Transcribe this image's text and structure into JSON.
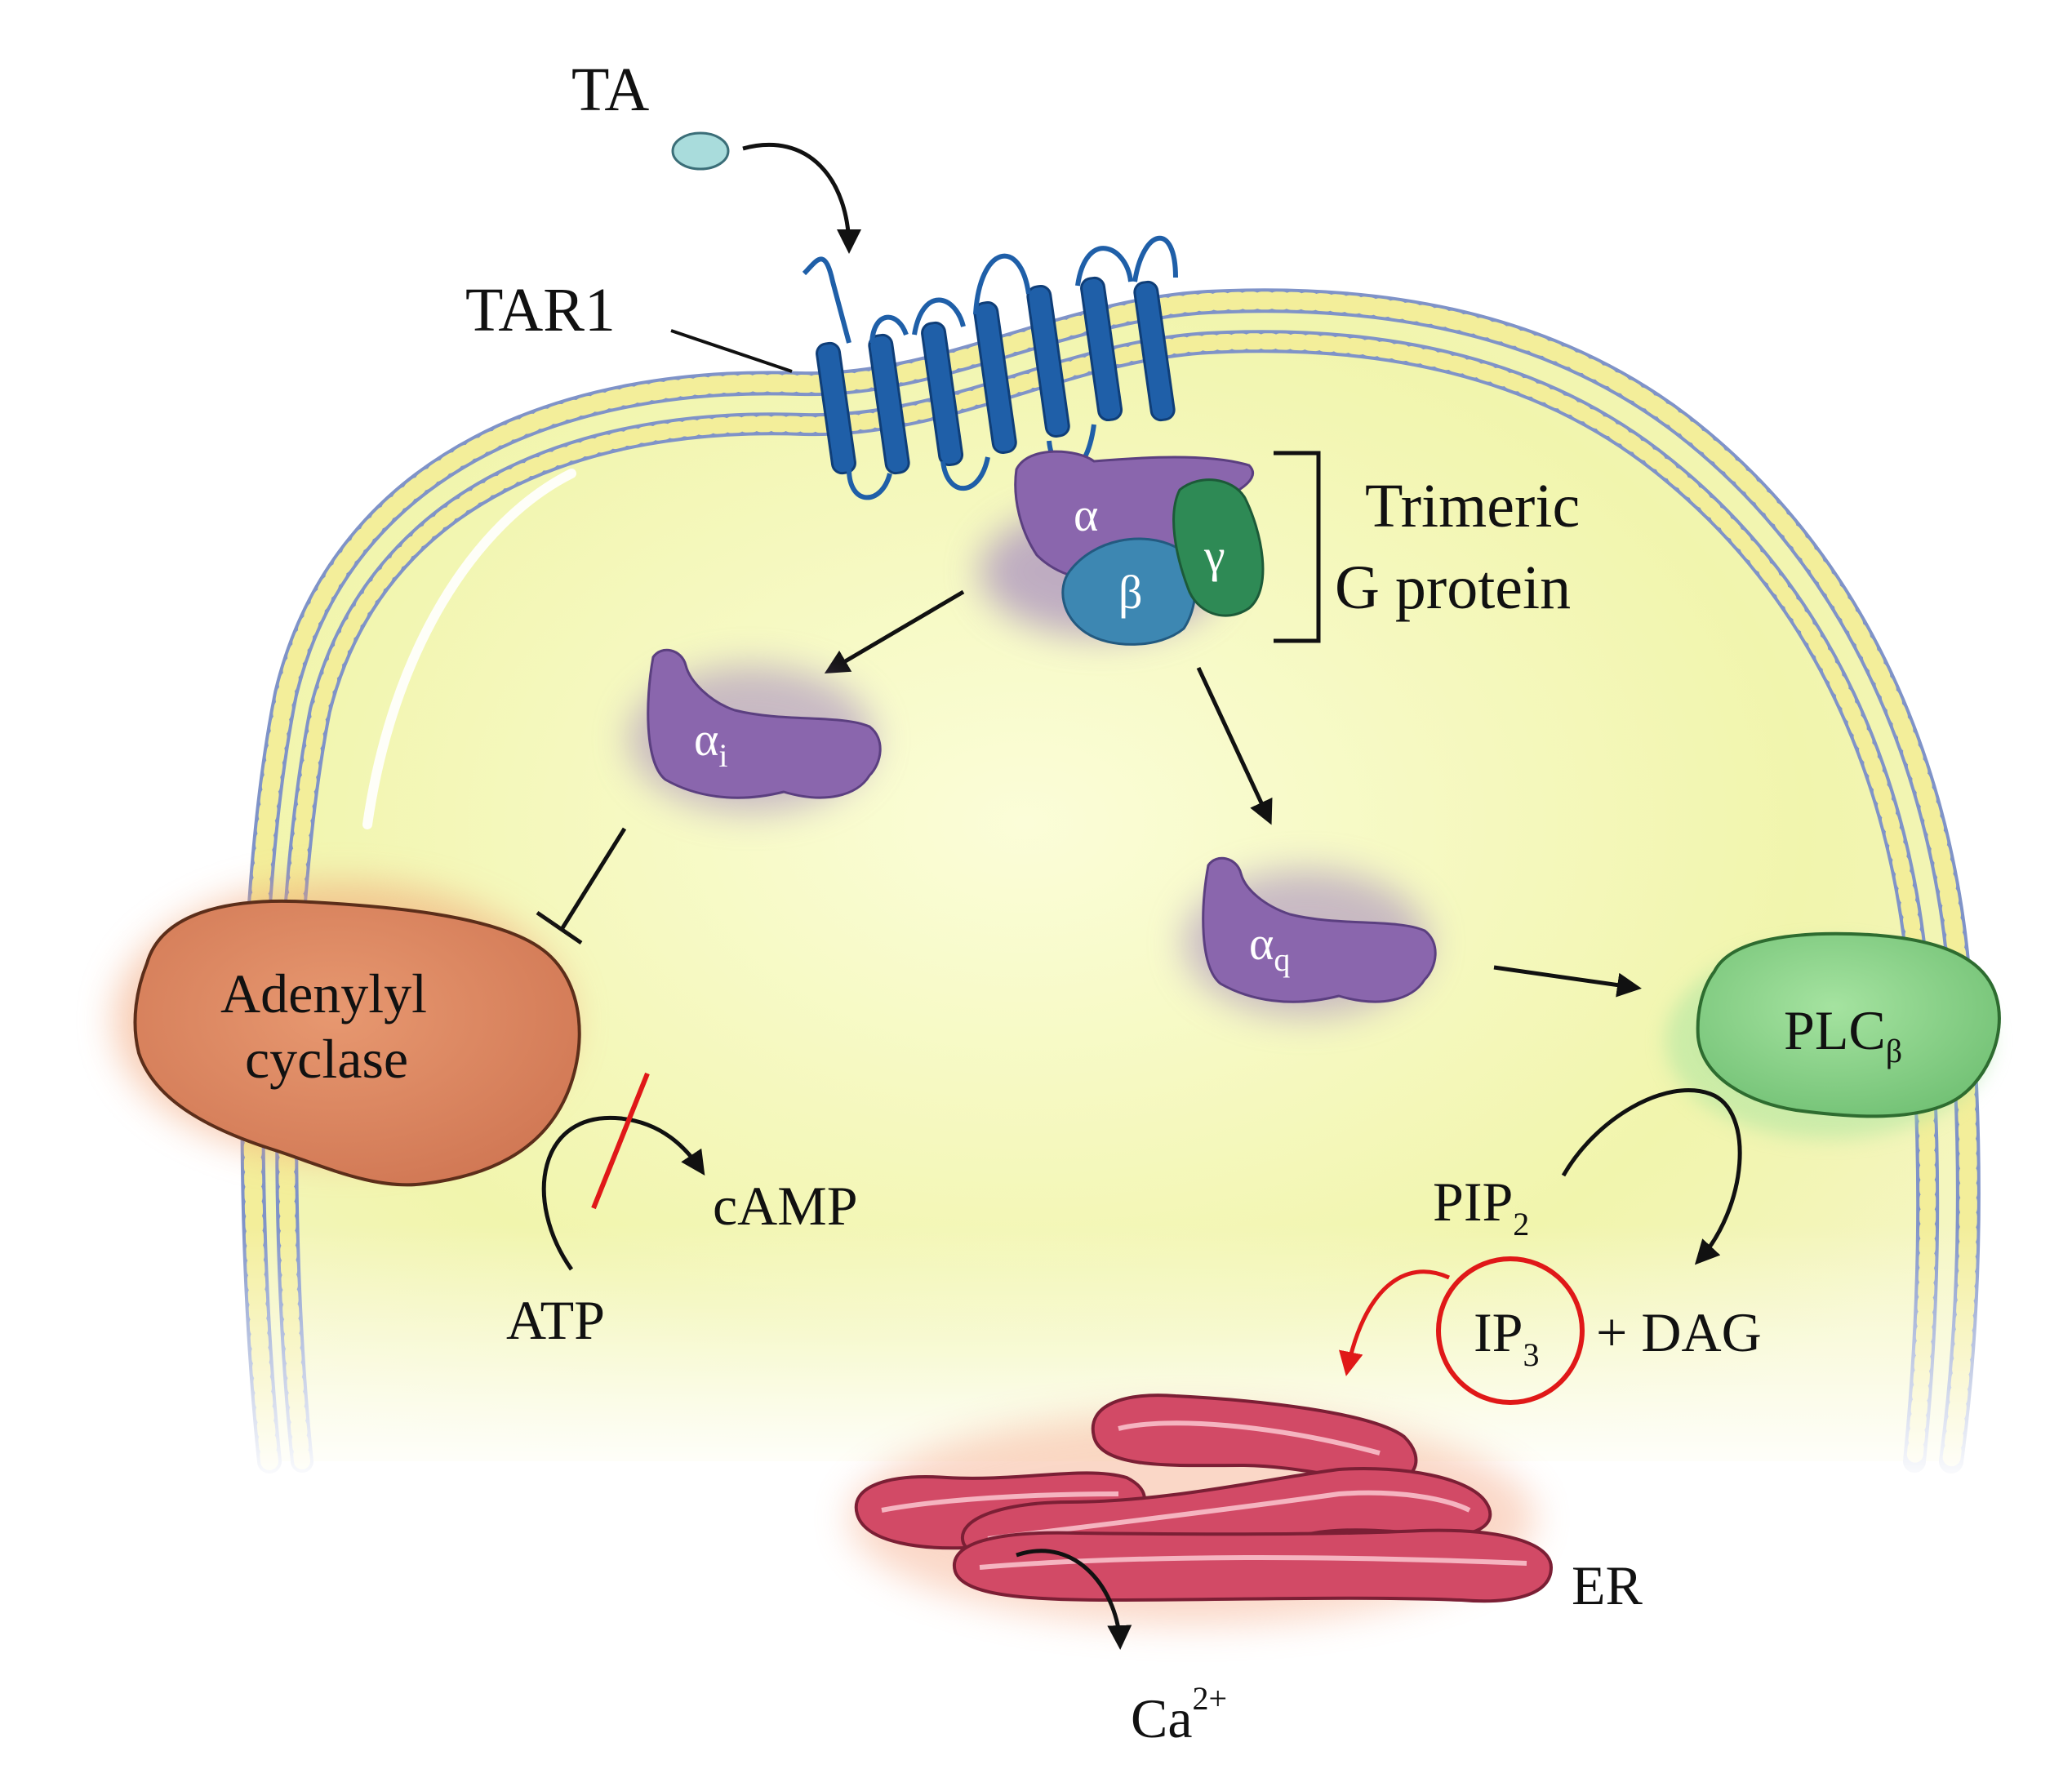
{
  "labels": {
    "ta": "TA",
    "tar1": "TAR1",
    "trimeric_line1": "Trimeric",
    "trimeric_line2": "G protein",
    "alpha": "α",
    "beta": "β",
    "gamma": "γ",
    "alpha_i": "α",
    "alpha_i_sub": "i",
    "alpha_q": "α",
    "alpha_q_sub": "q",
    "adenylyl_line1": "Adenylyl",
    "adenylyl_line2": "cyclase",
    "camp": "cAMP",
    "atp": "ATP",
    "plc": "PLC",
    "plc_sub": "β",
    "pip": "PIP",
    "pip_sub": "2",
    "ip": "IP",
    "ip_sub": "3",
    "dag": "+ DAG",
    "er": "ER",
    "ca": "Ca",
    "ca_sup": "2+"
  },
  "colors": {
    "cytoplasm": "#f4f7b8",
    "membrane_head": "#f3ee9a",
    "membrane_edge": "#7f93c8",
    "receptor": "#1f5fa8",
    "g_alpha": "#8a66ad",
    "g_beta": "#3d87b2",
    "g_gamma": "#2e8a55",
    "adenylyl_cyclase": "#de8a62",
    "plc": "#8ed68c",
    "er": "#d24a66",
    "inhibition_mark": "#e01818",
    "ta_ligand": "#a9dcdc"
  }
}
